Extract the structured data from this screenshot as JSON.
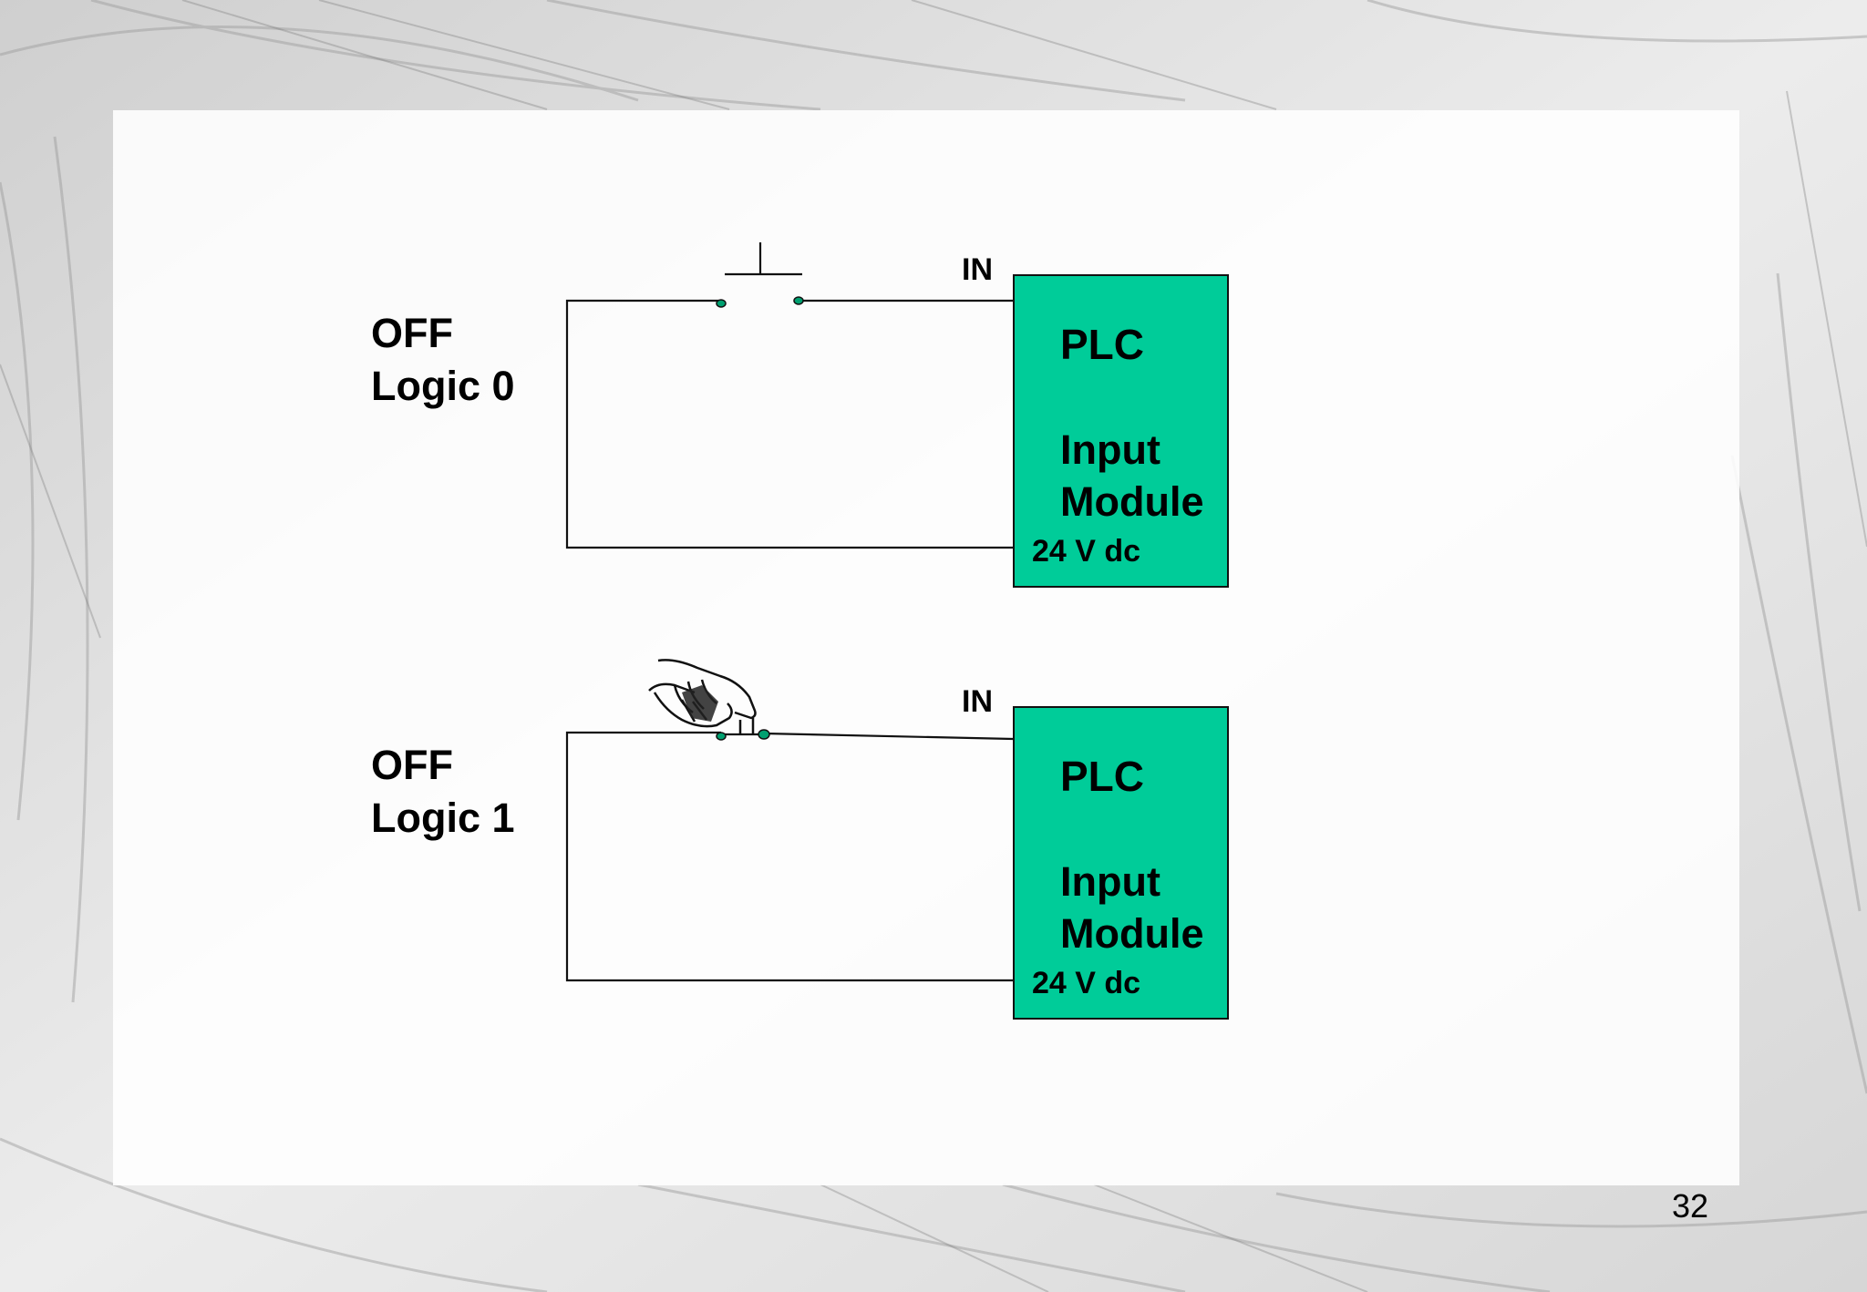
{
  "circuits": [
    {
      "state": "OFF",
      "logic": "Logic 0",
      "input_label": "IN",
      "plc_title": "PLC",
      "module_line1": "Input",
      "module_line2": "Module",
      "voltage": "24 V dc",
      "switch": "open pushbutton"
    },
    {
      "state": "OFF",
      "logic": "Logic 1",
      "input_label": "IN",
      "plc_title": "PLC",
      "module_line1": "Input",
      "module_line2": "Module",
      "voltage": "24 V dc",
      "switch": "pressed pushbutton (finger icon)"
    }
  ],
  "slide_number": "32",
  "colors": {
    "plc_box": "#00cc99",
    "terminal": "#00a070",
    "wire": "#111111"
  },
  "icons": [
    "pointing-hand-icon",
    "pushbutton-icon"
  ]
}
